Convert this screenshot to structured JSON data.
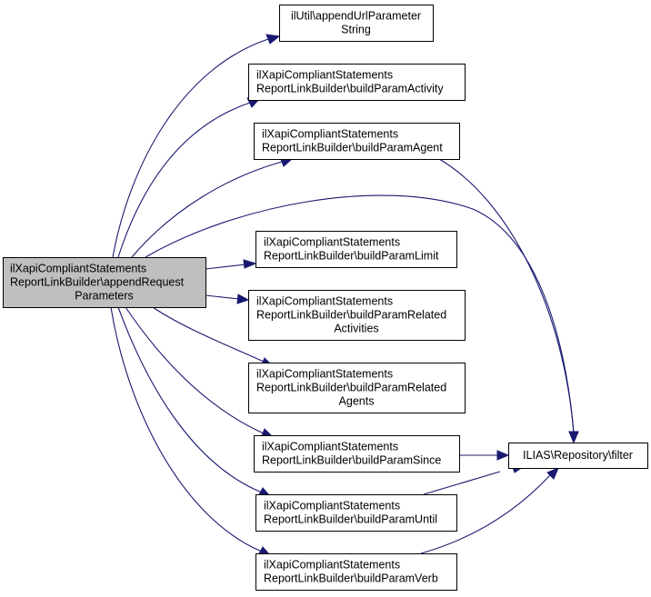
{
  "diagram": {
    "type": "call-graph",
    "colors": {
      "edge": "#191970",
      "source_fill": "#bfbfbf",
      "node_fill": "#ffffff",
      "border": "#000000"
    },
    "source": {
      "id": "appendRequestParameters",
      "lines": [
        "ilXapiCompliantStatements",
        "ReportLinkBuilder\\appendRequest",
        "Parameters"
      ]
    },
    "nodes": [
      {
        "id": "appendUrlParameterString",
        "lines": [
          "ilUtil\\appendUrlParameter",
          "String"
        ],
        "align": "center"
      },
      {
        "id": "buildParamActivity",
        "lines": [
          "ilXapiCompliantStatements",
          "ReportLinkBuilder\\buildParamActivity"
        ],
        "align": "left"
      },
      {
        "id": "buildParamAgent",
        "lines": [
          "ilXapiCompliantStatements",
          "ReportLinkBuilder\\buildParamAgent"
        ],
        "align": "left"
      },
      {
        "id": "buildParamLimit",
        "lines": [
          "ilXapiCompliantStatements",
          "ReportLinkBuilder\\buildParamLimit"
        ],
        "align": "left"
      },
      {
        "id": "buildParamRelatedActivities",
        "lines": [
          "ilXapiCompliantStatements",
          "ReportLinkBuilder\\buildParamRelated",
          "Activities"
        ],
        "align": "mixed"
      },
      {
        "id": "buildParamRelatedAgents",
        "lines": [
          "ilXapiCompliantStatements",
          "ReportLinkBuilder\\buildParamRelated",
          "Agents"
        ],
        "align": "mixed"
      },
      {
        "id": "buildParamSince",
        "lines": [
          "ilXapiCompliantStatements",
          "ReportLinkBuilder\\buildParamSince"
        ],
        "align": "left"
      },
      {
        "id": "buildParamUntil",
        "lines": [
          "ilXapiCompliantStatements",
          "ReportLinkBuilder\\buildParamUntil"
        ],
        "align": "left"
      },
      {
        "id": "buildParamVerb",
        "lines": [
          "ilXapiCompliantStatements",
          "ReportLinkBuilder\\buildParamVerb"
        ],
        "align": "left"
      },
      {
        "id": "filter",
        "lines": [
          "ILIAS\\Repository\\filter"
        ],
        "align": "center"
      }
    ],
    "edges": [
      {
        "from": "appendRequestParameters",
        "to": "appendUrlParameterString"
      },
      {
        "from": "appendRequestParameters",
        "to": "buildParamActivity"
      },
      {
        "from": "appendRequestParameters",
        "to": "buildParamAgent"
      },
      {
        "from": "appendRequestParameters",
        "to": "filter"
      },
      {
        "from": "appendRequestParameters",
        "to": "buildParamLimit"
      },
      {
        "from": "appendRequestParameters",
        "to": "buildParamRelatedActivities"
      },
      {
        "from": "appendRequestParameters",
        "to": "buildParamRelatedAgents"
      },
      {
        "from": "appendRequestParameters",
        "to": "buildParamSince"
      },
      {
        "from": "appendRequestParameters",
        "to": "buildParamUntil"
      },
      {
        "from": "appendRequestParameters",
        "to": "buildParamVerb"
      },
      {
        "from": "buildParamAgent",
        "to": "filter"
      },
      {
        "from": "buildParamSince",
        "to": "filter"
      },
      {
        "from": "buildParamUntil",
        "to": "filter"
      },
      {
        "from": "buildParamVerb",
        "to": "filter"
      }
    ]
  }
}
